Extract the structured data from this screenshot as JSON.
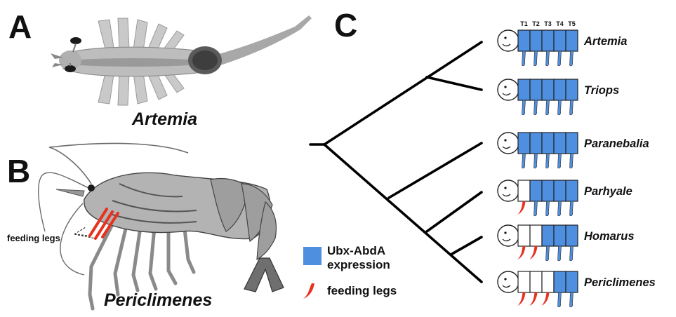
{
  "panels": {
    "a": {
      "letter": "A",
      "species": "Artemia"
    },
    "b": {
      "letter": "B",
      "species": "Periclimenes",
      "annotation": "feeding legs"
    },
    "c": {
      "letter": "C"
    }
  },
  "segment_labels": [
    "T1",
    "T2",
    "T3",
    "T4",
    "T5"
  ],
  "taxa": [
    {
      "name": "Artemia",
      "expression": [
        true,
        true,
        true,
        true,
        true
      ],
      "feeding_legs": 0
    },
    {
      "name": "Triops",
      "expression": [
        true,
        true,
        true,
        true,
        true
      ],
      "feeding_legs": 0
    },
    {
      "name": "Paranebalia",
      "expression": [
        true,
        true,
        true,
        true,
        true
      ],
      "feeding_legs": 0
    },
    {
      "name": "Parhyale",
      "expression": [
        false,
        true,
        true,
        true,
        true
      ],
      "feeding_legs": 1
    },
    {
      "name": "Homarus",
      "expression": [
        false,
        false,
        true,
        true,
        true
      ],
      "feeding_legs": 2
    },
    {
      "name": "Periclimenes",
      "expression": [
        false,
        false,
        false,
        true,
        true
      ],
      "feeding_legs": 3
    }
  ],
  "legend": {
    "expression_line1": "Ubx-AbdA",
    "expression_line2": "expression",
    "feeding": "feeding legs"
  },
  "colors": {
    "expression": "#4f8fe0",
    "feeding_leg": "#e8311f",
    "plain_leg": "#4a4a6a",
    "tree": "#000000"
  }
}
